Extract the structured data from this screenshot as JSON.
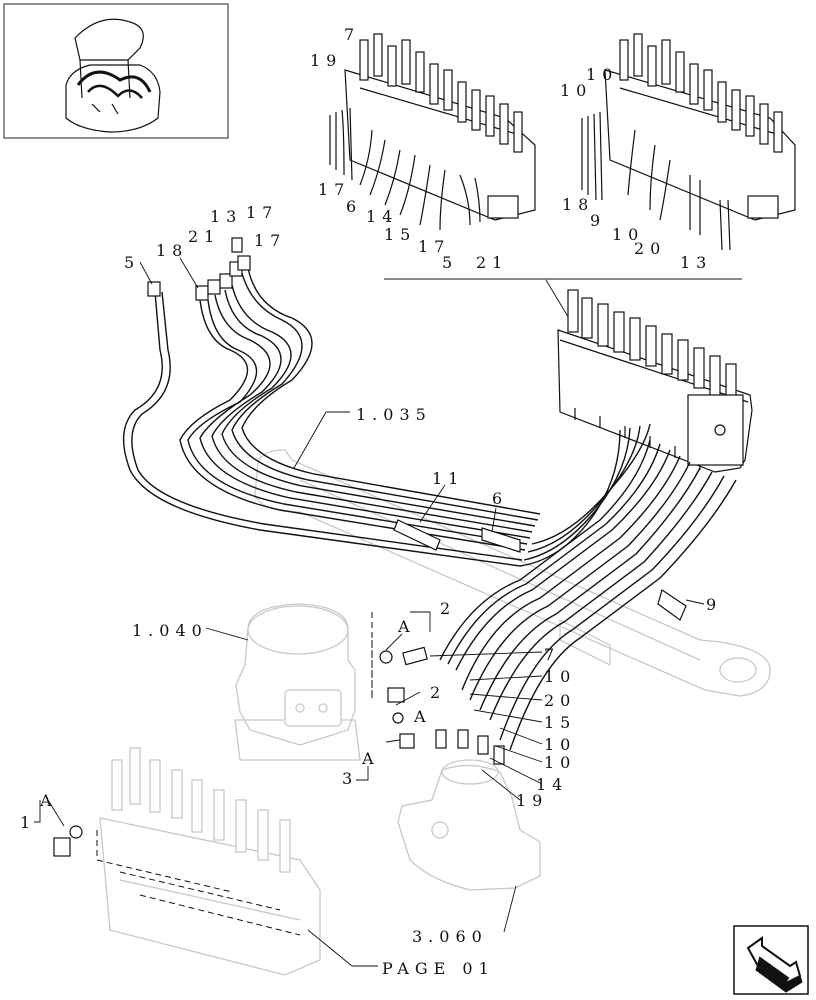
{
  "labels": {
    "top_left": [
      "19",
      "7",
      "17",
      "6",
      "14",
      "15",
      "17",
      "5",
      "21"
    ],
    "top_right": [
      "10",
      "10",
      "18",
      "9",
      "10",
      "20",
      "13"
    ],
    "hoses": [
      "5",
      "18",
      "21",
      "13",
      "17",
      "17"
    ],
    "ref_1035": "1.035",
    "n11": "11",
    "n6": "6",
    "n9": "9",
    "ref_1040": "1.040",
    "bracket_a": "A",
    "n2a": "2",
    "n2b": "2",
    "n3": "3",
    "right_list": [
      "7",
      "10",
      "20",
      "15",
      "10",
      "10",
      "14",
      "19"
    ],
    "n1": "1",
    "ref_3060": "3.060",
    "page": "PAGE 01"
  }
}
